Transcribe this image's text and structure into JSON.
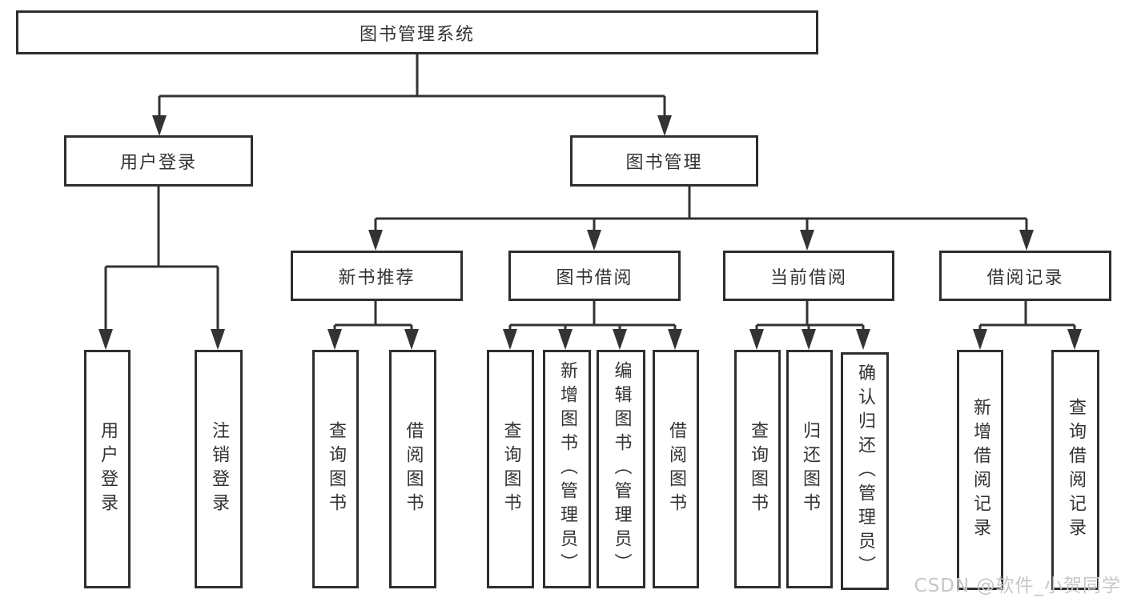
{
  "diagram_type": "hierarchy-tree",
  "title_node": {
    "label": "图书管理系统"
  },
  "level2": [
    {
      "label": "用户登录"
    },
    {
      "label": "图书管理"
    }
  ],
  "level3": [
    {
      "label": "新书推荐"
    },
    {
      "label": "图书借阅"
    },
    {
      "label": "当前借阅"
    },
    {
      "label": "借阅记录"
    }
  ],
  "leaves": {
    "user_login_group": [
      {
        "label": "用户登录"
      },
      {
        "label": "注销登录"
      }
    ],
    "new_book_group": [
      {
        "label": "查询图书"
      },
      {
        "label": "借阅图书"
      }
    ],
    "borrow_group": [
      {
        "label": "查询图书"
      },
      {
        "label": "新增图书（管理员）"
      },
      {
        "label": "编辑图书（管理员）"
      },
      {
        "label": "借阅图书"
      }
    ],
    "current_group": [
      {
        "label": "查询图书"
      },
      {
        "label": "归还图书"
      },
      {
        "label": "确认归还（管理员）"
      }
    ],
    "record_group": [
      {
        "label": "新增借阅记录"
      },
      {
        "label": "查询借阅记录"
      }
    ]
  },
  "watermark": "CSDN @软件_小贺同学",
  "colors": {
    "line": "#333333",
    "box_border": "#2e2e2e",
    "text": "#333333",
    "watermark": "#c7c7c7",
    "background": "#ffffff"
  }
}
